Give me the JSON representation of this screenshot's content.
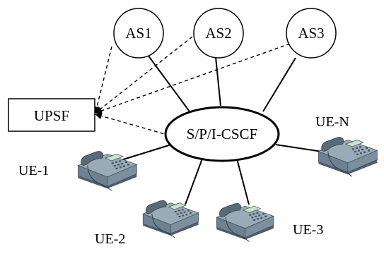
{
  "nodes": {
    "as1": "AS1",
    "as2": "AS2",
    "as3": "AS3",
    "upsf": "UPSF",
    "cscf": "S/P/I-CSCF"
  },
  "phones": {
    "ue1": "UE-1",
    "ue2": "UE-2",
    "ue3": "UE-3",
    "uen": "UE-N"
  },
  "colors": {
    "line": "#000000",
    "phone_body": "#8fa0ae",
    "phone_dark": "#4e5f6d",
    "phone_screen": "#c9e4c2"
  }
}
